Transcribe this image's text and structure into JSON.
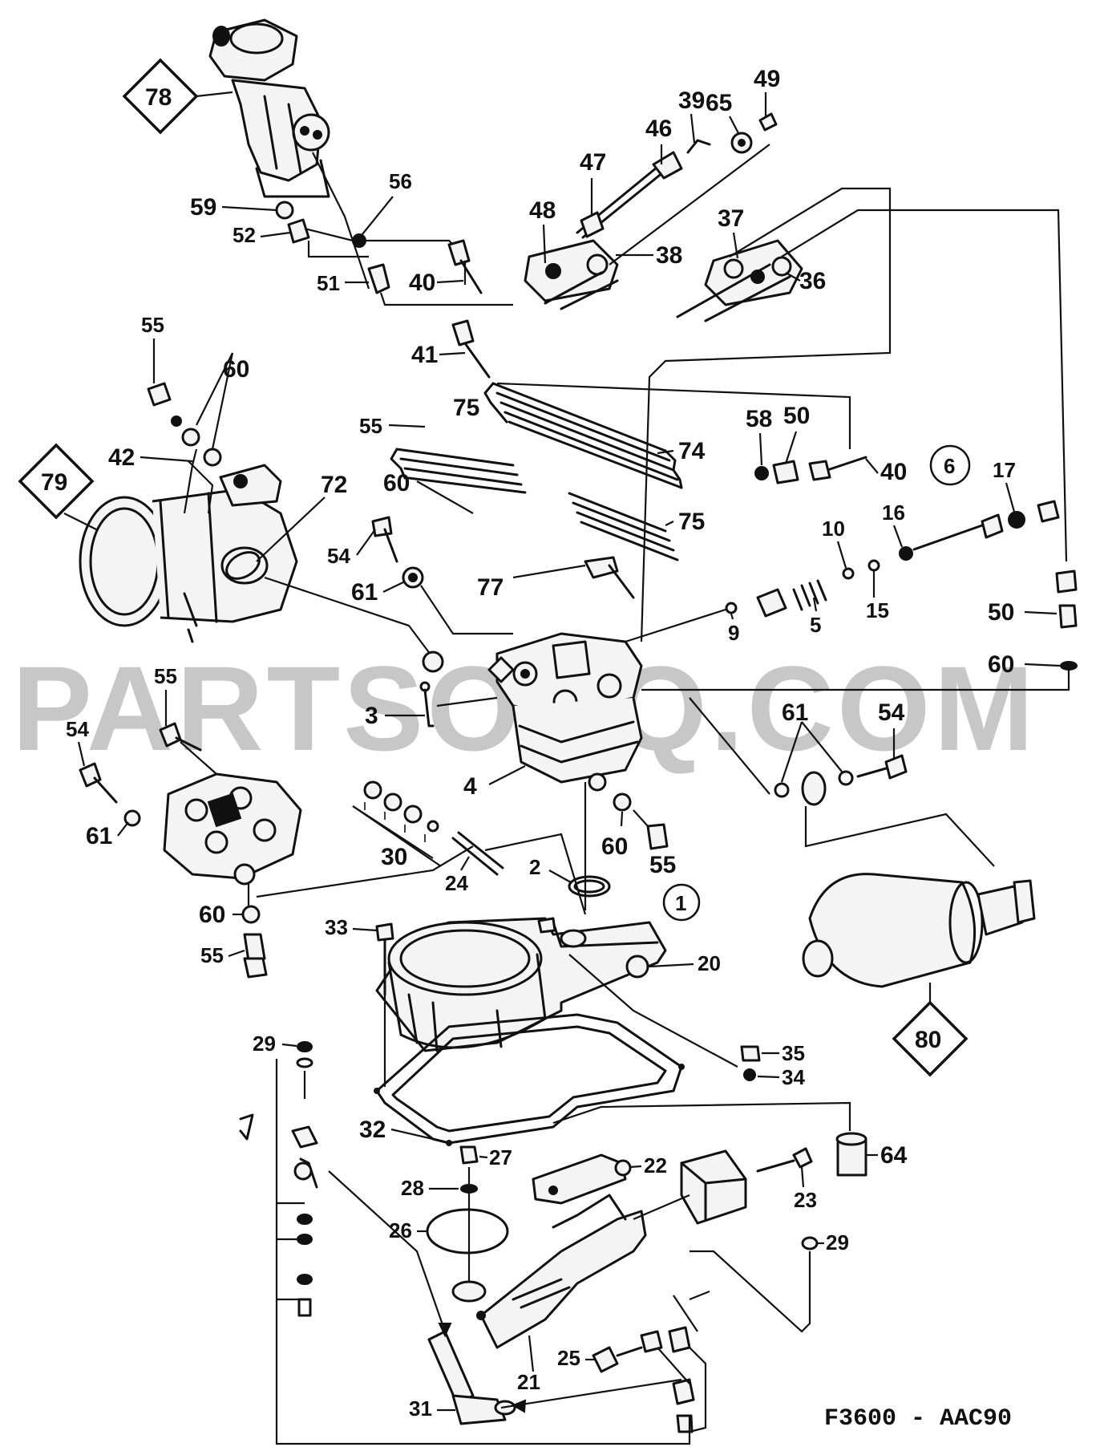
{
  "watermark": "PARTSOUQ.COM",
  "drawing_code": "F3600 - AAC90",
  "assembly_refs": {
    "a78": "78",
    "a79": "79",
    "a80": "80"
  },
  "group_refs": {
    "g6": "6",
    "g1": "1"
  },
  "callouts": {
    "c49": "49",
    "c65": "65",
    "c39": "39",
    "c46": "46",
    "c47": "47",
    "c48": "48",
    "c38": "38",
    "c37": "37",
    "c36": "36",
    "c59": "59",
    "c56": "56",
    "c52": "52",
    "c51": "51",
    "c40a": "40",
    "c41": "41",
    "c55a": "55",
    "c60a": "60",
    "c42": "42",
    "c72": "72",
    "c55b": "55",
    "c75a": "75",
    "c74": "74",
    "c60b": "60",
    "c58": "58",
    "c50a": "50",
    "c40b": "40",
    "c17": "17",
    "c75b": "75",
    "c10": "10",
    "c16": "16",
    "c54a": "54",
    "c61a": "61",
    "c77": "77",
    "c15": "15",
    "c5": "5",
    "c9": "9",
    "c50b": "50",
    "c60c": "60",
    "c55c": "55",
    "c3": "3",
    "c61b": "61",
    "c54b": "54",
    "c54c": "54",
    "c4": "4",
    "c61c": "61",
    "c30": "30",
    "c60d": "60",
    "c55d": "55",
    "c24": "24",
    "c2": "2",
    "c60e": "60",
    "c55e": "55",
    "c33": "33",
    "c20": "20",
    "c29a": "29",
    "c35": "35",
    "c34": "34",
    "c32": "32",
    "c27": "27",
    "c22": "22",
    "c64": "64",
    "c28": "28",
    "c23": "23",
    "c26": "26",
    "c29b": "29",
    "c25": "25",
    "c21": "21",
    "c31": "31"
  }
}
